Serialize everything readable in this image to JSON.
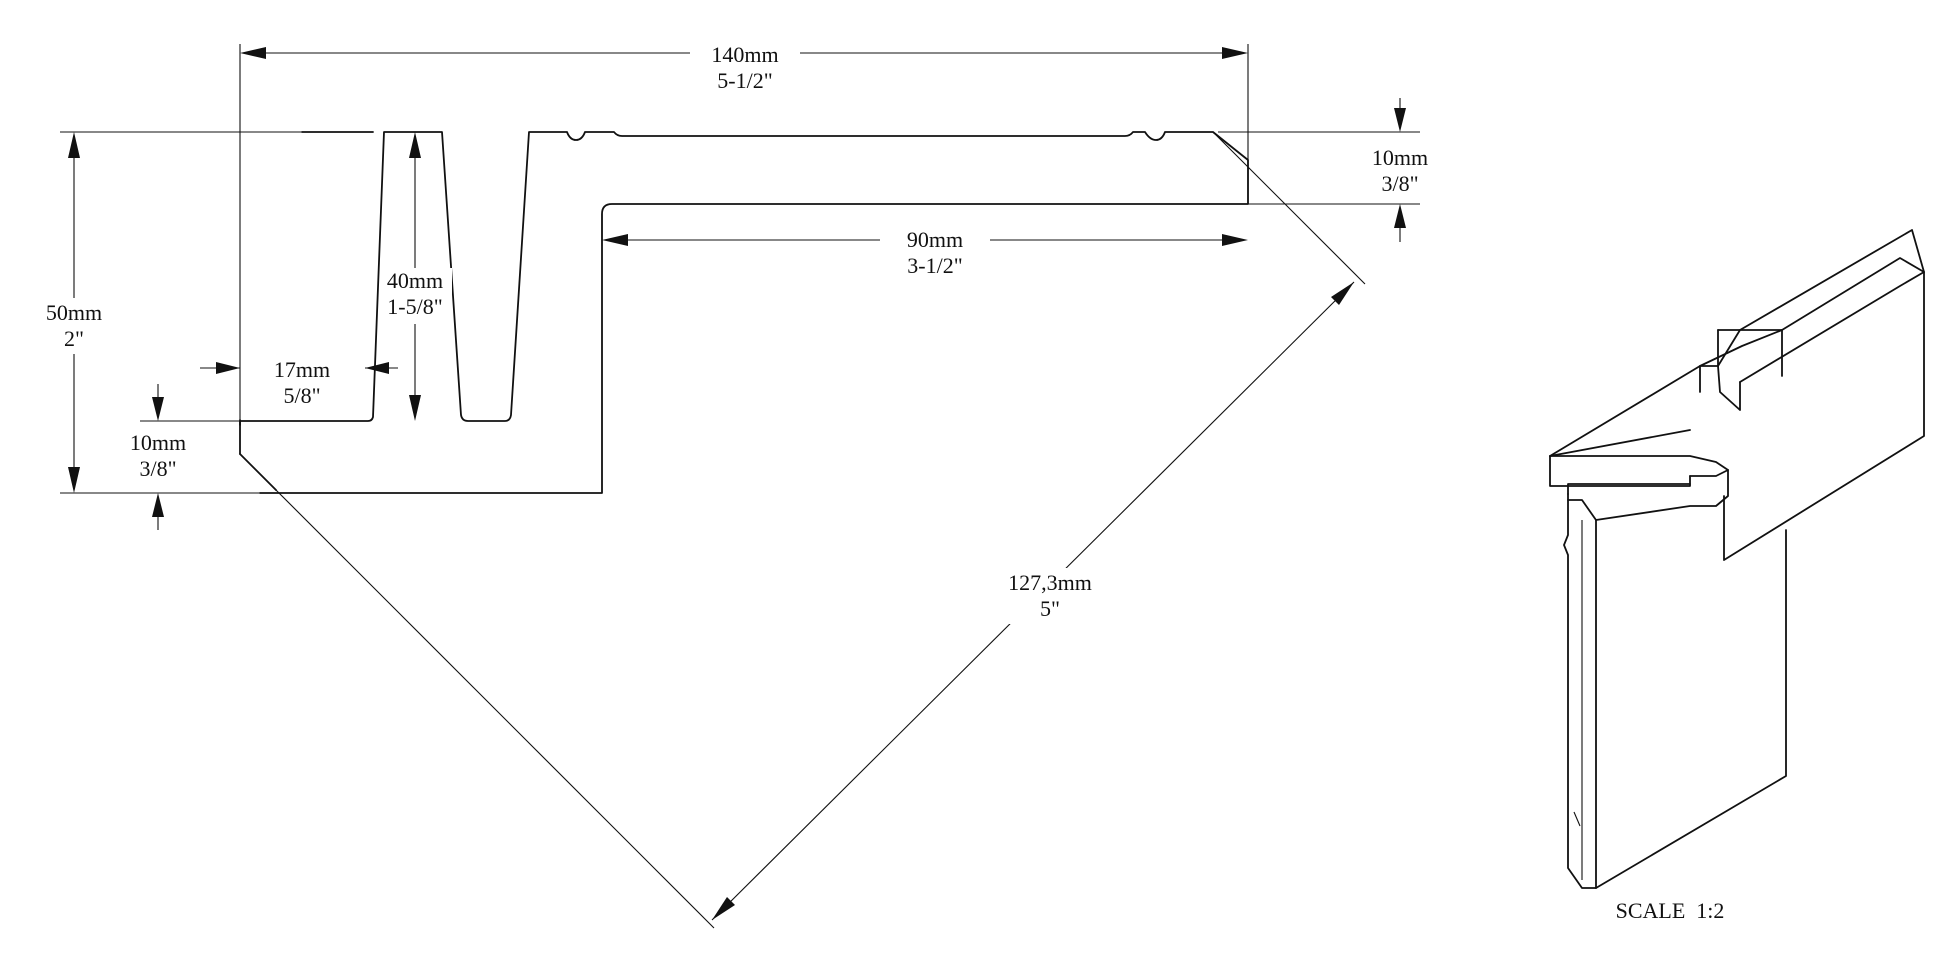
{
  "dimensions": {
    "overall_width": {
      "metric": "140mm",
      "imperial": "5-1/2\""
    },
    "height": {
      "metric": "50mm",
      "imperial": "2\""
    },
    "groove_depth": {
      "metric": "40mm",
      "imperial": "1-5/8\""
    },
    "tongue_width": {
      "metric": "17mm",
      "imperial": "5/8\""
    },
    "bottom_thickness": {
      "metric": "10mm",
      "imperial": "3/8\""
    },
    "top_thickness": {
      "metric": "10mm",
      "imperial": "3/8\""
    },
    "flange_length": {
      "metric": "90mm",
      "imperial": "3-1/2\""
    },
    "diagonal": {
      "metric": "127,3mm",
      "imperial": "5\""
    }
  },
  "scale_note": "SCALE  1:2"
}
